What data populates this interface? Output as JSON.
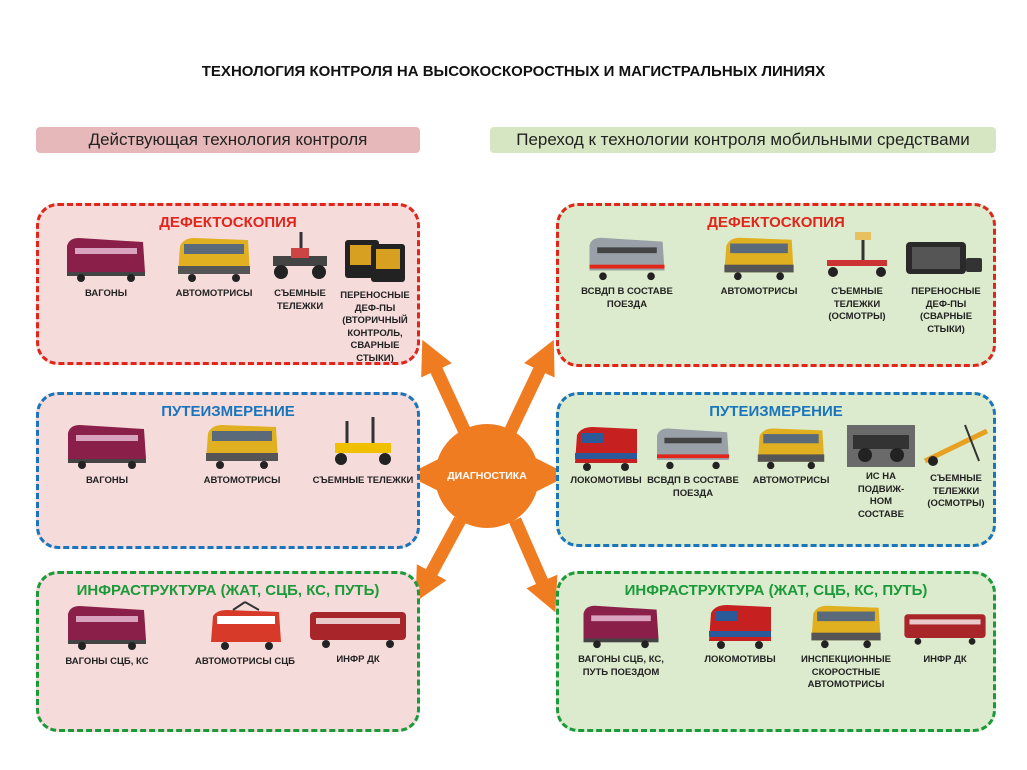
{
  "title": "ТЕХНОЛОГИЯ КОНТРОЛЯ НА ВЫСОКОСКОРОСТНЫХ  И МАГИСТРАЛЬНЫХ ЛИНИЯХ",
  "left_header": "Действующая технология  контроля",
  "right_header": "Переход  к технологии  контроля мобильными средствами",
  "center": "ДИАГНОСТИКА",
  "colors": {
    "orange": "#f07c22",
    "red_title": "#e1251b",
    "blue_title": "#1b75bc",
    "green_title": "#1a9a38",
    "pink_bg": "#f6dbdb",
    "green_bg": "#dcebcd"
  },
  "left": {
    "defect": {
      "title": "ДЕФЕКТОСКОПИЯ",
      "items": [
        "ВАГОНЫ",
        "АВТОМОТРИСЫ",
        "СЪЕМНЫЕ ТЕЛЕЖКИ",
        "ПЕРЕНОСНЫЕ ДЕФ-ПЫ (ВТОРИЧНЫЙ КОНТРОЛЬ, СВАРНЫЕ СТЫКИ)"
      ]
    },
    "track": {
      "title": "ПУТЕИЗМЕРЕНИЕ",
      "items": [
        "ВАГОНЫ",
        "АВТОМОТРИСЫ",
        "СЪЕМНЫЕ ТЕЛЕЖКИ"
      ]
    },
    "infra": {
      "title": "ИНФРАСТРУКТУРА (ЖАТ, СЦБ, КС, ПУТЬ)",
      "items": [
        "ВАГОНЫ СЦБ, КС",
        "АВТОМОТРИСЫ СЦБ",
        "ИНФР ДК"
      ]
    }
  },
  "right": {
    "defect": {
      "title": "ДЕФЕКТОСКОПИЯ",
      "items": [
        "ВСВДП В СОСТАВЕ ПОЕЗДА",
        "АВТОМОТРИСЫ",
        "СЪЕМНЫЕ ТЕЛЕЖКИ (ОСМОТРЫ)",
        "ПЕРЕНОСНЫЕ ДЕФ-ПЫ (СВАРНЫЕ СТЫКИ)"
      ]
    },
    "track": {
      "title": "ПУТЕИЗМЕРЕНИЕ",
      "items": [
        "ЛОКОМОТИВЫ",
        "ВСВДП В СОСТАВЕ ПОЕЗДА",
        "АВТОМОТРИСЫ",
        "ИС НА ПОДВИЖ-НОМ СОСТАВЕ",
        "СЪЕМНЫЕ ТЕЛЕЖКИ (ОСМОТРЫ)"
      ]
    },
    "infra": {
      "title": "ИНФРАСТРУКТУРА (ЖАТ, СЦБ, КС, ПУТЬ)",
      "items": [
        "ВАГОНЫ СЦБ, КС, ПУТЬ ПОЕЗДОМ",
        "ЛОКОМОТИВЫ",
        "ИНСПЕКЦИОННЫЕ СКОРОСТНЫЕ АВТОМОТРИСЫ",
        "ИНФР ДК"
      ]
    }
  }
}
